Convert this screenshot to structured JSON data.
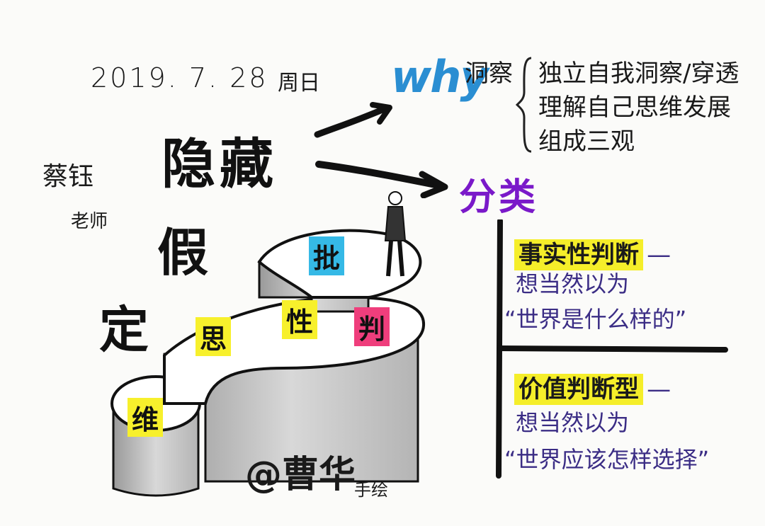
{
  "header": {
    "date": "2019. 7. 28",
    "weekday": "周日"
  },
  "teacher": {
    "name": "蔡钰",
    "title": "老师"
  },
  "title": {
    "line1": "隐藏",
    "line2": "假",
    "line3": "定"
  },
  "stairs": {
    "steps": [
      {
        "label": "维",
        "color": "#f7f02c"
      },
      {
        "label": "思",
        "color": "#f7f02c"
      },
      {
        "label": "性",
        "color": "#f7f02c"
      },
      {
        "label": "判",
        "color": "#ef3e7c"
      },
      {
        "label": "批",
        "color": "#35b9e6"
      }
    ]
  },
  "why": {
    "word": "why",
    "label": "洞察",
    "items": [
      "独立自我洞察/穿透",
      "理解自己思维发展",
      "组成三观"
    ],
    "color": "#2a8ed2"
  },
  "category": {
    "title": "分类",
    "color": "#7a19c9",
    "types": [
      {
        "name": "事实性判断",
        "dash": "—",
        "line1": "想当然以为",
        "line2": "“世界是什么样的”"
      },
      {
        "name": "价值判断型",
        "dash": "—",
        "line1": "想当然以为",
        "line2": "“世界应该怎样选择”"
      }
    ]
  },
  "signature": {
    "name": "@曹华",
    "note": "手绘"
  }
}
